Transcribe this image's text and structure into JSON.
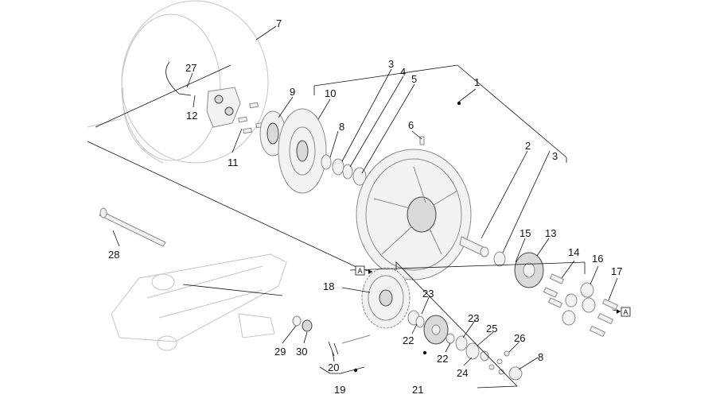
{
  "diagram": {
    "callouts": [
      {
        "id": "c1",
        "text": "1"
      },
      {
        "id": "c2",
        "text": "2"
      },
      {
        "id": "c3a",
        "text": "3"
      },
      {
        "id": "c3b",
        "text": "3"
      },
      {
        "id": "c4",
        "text": "4"
      },
      {
        "id": "c5",
        "text": "5"
      },
      {
        "id": "c6",
        "text": "6"
      },
      {
        "id": "c7",
        "text": "7"
      },
      {
        "id": "c8a",
        "text": "8"
      },
      {
        "id": "c8b",
        "text": "8"
      },
      {
        "id": "c9",
        "text": "9"
      },
      {
        "id": "c10",
        "text": "10"
      },
      {
        "id": "c11",
        "text": "11"
      },
      {
        "id": "c12",
        "text": "12"
      },
      {
        "id": "c13",
        "text": "13"
      },
      {
        "id": "c14",
        "text": "14"
      },
      {
        "id": "c15",
        "text": "15"
      },
      {
        "id": "c16",
        "text": "16"
      },
      {
        "id": "c17",
        "text": "17"
      },
      {
        "id": "c18",
        "text": "18"
      },
      {
        "id": "c19",
        "text": "19"
      },
      {
        "id": "c20",
        "text": "20"
      },
      {
        "id": "c21",
        "text": "21"
      },
      {
        "id": "c22a",
        "text": "22"
      },
      {
        "id": "c22b",
        "text": "22"
      },
      {
        "id": "c23a",
        "text": "23"
      },
      {
        "id": "c23b",
        "text": "23"
      },
      {
        "id": "c24",
        "text": "24"
      },
      {
        "id": "c25",
        "text": "25"
      },
      {
        "id": "c26",
        "text": "26"
      },
      {
        "id": "c27",
        "text": "27"
      },
      {
        "id": "c28",
        "text": "28"
      },
      {
        "id": "c29",
        "text": "29"
      },
      {
        "id": "c30",
        "text": "30"
      }
    ],
    "ref_marks": [
      {
        "id": "ra",
        "text": "A"
      },
      {
        "id": "rb",
        "text": "A"
      }
    ]
  },
  "colors": {
    "line": "#111111",
    "ghost": "#c4c4c4",
    "part": "#8a8a8a"
  }
}
